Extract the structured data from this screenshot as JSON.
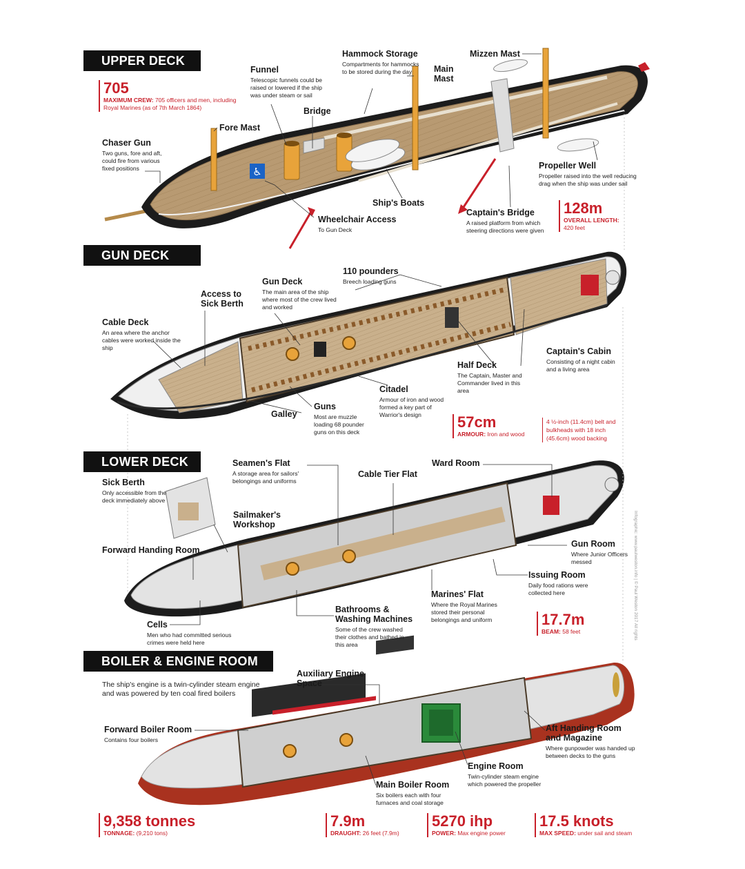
{
  "sections": {
    "upper": "UPPER DECK",
    "gun": "GUN DECK",
    "lower": "LOWER DECK",
    "boiler": "BOILER & ENGINE ROOM"
  },
  "stats": {
    "crew": {
      "value": "705",
      "label": "MAXIMUM CREW:",
      "detail": "705 officers and men, including Royal Marines (as of 7th March 1864)"
    },
    "length": {
      "value": "128m",
      "label": "OVERALL LENGTH:",
      "detail": "420 feet"
    },
    "armour": {
      "value": "57cm",
      "label": "ARMOUR:",
      "detail": "Iron and wood",
      "note": "4 ½-inch (11.4cm) belt and bulkheads with 18 inch (45.6cm) wood backing"
    },
    "beam": {
      "value": "17.7m",
      "label": "BEAM:",
      "detail": "58 feet"
    },
    "tonnage": {
      "value": "9,358 tonnes",
      "label": "TONNAGE:",
      "detail": "(9,210 tons)"
    },
    "draught": {
      "value": "7.9m",
      "label": "DRAUGHT:",
      "detail": "26 feet (7.9m)"
    },
    "power": {
      "value": "5270 ihp",
      "label": "POWER:",
      "detail": "Max engine power"
    },
    "speed": {
      "value": "17.5 knots",
      "label": "MAX SPEED:",
      "detail": "under sail and steam"
    }
  },
  "upper": {
    "hammock": {
      "title": "Hammock Storage",
      "desc": "Compartments for hammocks to be stored during the day"
    },
    "mizzen": {
      "title": "Mizzen Mast"
    },
    "funnel": {
      "title": "Funnel",
      "desc": "Telescopic funnels could be raised or lowered if the ship was under steam or sail"
    },
    "mainmast": {
      "title": "Main Mast"
    },
    "bridge": {
      "title": "Bridge"
    },
    "foremast": {
      "title": "Fore Mast"
    },
    "chaser": {
      "title": "Chaser Gun",
      "desc": "Two guns, fore and aft, could fire from various fixed positions"
    },
    "propwell": {
      "title": "Propeller Well",
      "desc": "Propeller raised into the well reducing drag when the ship was under sail"
    },
    "boats": {
      "title": "Ship's Boats"
    },
    "captbridge": {
      "title": "Captain's Bridge",
      "desc": "A raised platform from which steering directions were given"
    },
    "wheelchair": {
      "title": "Wheelchair Access",
      "desc": "To Gun Deck"
    }
  },
  "gun": {
    "pounders": {
      "title": "110 pounders",
      "desc": "Breech loading guns"
    },
    "gundeck": {
      "title": "Gun Deck",
      "desc": "The main area of the ship where most of the crew lived and worked"
    },
    "access": {
      "title": "Access to Sick Berth"
    },
    "cable": {
      "title": "Cable Deck",
      "desc": "An area where the anchor cables were worked inside the ship"
    },
    "captcabin": {
      "title": "Captain's Cabin",
      "desc": "Consisting of a night cabin and a living area"
    },
    "halfdeck": {
      "title": "Half Deck",
      "desc": "The Captain, Master and Commander lived in this area"
    },
    "citadel": {
      "title": "Citadel",
      "desc": "Armour of iron and wood formed a key part of Warrior's design"
    },
    "guns": {
      "title": "Guns",
      "desc": "Most are muzzle loading 68 pounder guns on this deck"
    },
    "galley": {
      "title": "Galley"
    }
  },
  "lower": {
    "seamen": {
      "title": "Seamen's Flat",
      "desc": "A storage area for sailors' belongings and uniforms"
    },
    "wardroom": {
      "title": "Ward Room"
    },
    "cabletier": {
      "title": "Cable Tier Flat"
    },
    "sickberth": {
      "title": "Sick Berth",
      "desc": "Only accessible from the deck immediately above"
    },
    "sailmaker": {
      "title": "Sailmaker's Workshop"
    },
    "forwardhanding": {
      "title": "Forward Handing Room"
    },
    "gunroom": {
      "title": "Gun Room",
      "desc": "Where Junior Officers messed"
    },
    "issuing": {
      "title": "Issuing Room",
      "desc": "Daily food rations were collected here"
    },
    "marines": {
      "title": "Marines' Flat",
      "desc": "Where the Royal Marines stored their personal belongings and uniform"
    },
    "bathrooms": {
      "title": "Bathrooms & Washing Machines",
      "desc": "Some of the crew washed their clothes and bathed in this area"
    },
    "cells": {
      "title": "Cells",
      "desc": "Men who had committed serious crimes were held here"
    }
  },
  "boiler": {
    "intro": "The ship's engine is a twin-cylinder steam engine and was powered by ten coal fired boilers",
    "aux": {
      "title": "Auxiliary Engine Space"
    },
    "forward": {
      "title": "Forward Boiler Room",
      "desc": "Contains four boilers"
    },
    "aft": {
      "title": "Aft Handing Room and Magazine",
      "desc": "Where gunpowder was handed up between decks to the guns"
    },
    "engine": {
      "title": "Engine Room",
      "desc": "Twin-cylinder steam engine which powered the propeller"
    },
    "main": {
      "title": "Main Boiler Room",
      "desc": "Six boilers each with four furnaces and coal storage"
    }
  },
  "credit": "Infographic: www.paulweston.info | © Paul Weston 2017 All rights",
  "colors": {
    "accent": "#c8202a",
    "deck": "#b89a72",
    "mast": "#e8a33a",
    "hull": "#1c1c1c",
    "lowerhull": "#a9321f"
  }
}
